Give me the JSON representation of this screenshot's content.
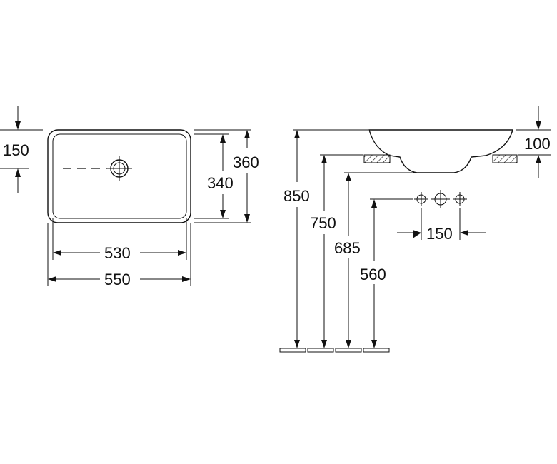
{
  "dimensions": {
    "overflow_offset": "150",
    "inner_depth": "340",
    "outer_depth": "360",
    "inner_width": "530",
    "outer_width": "550",
    "basin_height": "100",
    "top_height": "850",
    "counter_height": "750",
    "bottom_height": "685",
    "tap_height": "560",
    "tap_spacing": "150"
  }
}
